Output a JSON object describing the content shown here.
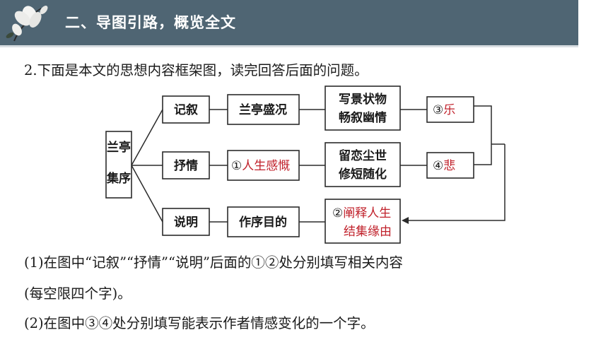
{
  "header": {
    "title": "二、导图引路，概览全文"
  },
  "intro": "2.下面是本文的思想内容框架图，读完回答后面的问题。",
  "diagram": {
    "root": "兰亭集序",
    "root_lines": [
      "兰亭",
      "集序"
    ],
    "branches": [
      "记叙",
      "抒情",
      "说明"
    ],
    "row1": {
      "b": "兰亭盛况",
      "c1": "写景状物",
      "c2": "畅叙幽情",
      "marker": "③",
      "answer": "乐"
    },
    "row2": {
      "b_marker": "①",
      "b_answer": "人生感慨",
      "c1": "留恋尘世",
      "c2": "修短随化",
      "marker": "④",
      "answer": "悲"
    },
    "row3": {
      "b": "作序目的",
      "marker": "②",
      "answer1": "阐释人生",
      "answer2": "结集缘由"
    }
  },
  "questions": {
    "q1_line1": "(1)在图中“记叙”“抒情”“说明”后面的①②处分别填写相关内容",
    "q1_line2": "(每空限四个字)。",
    "q2": "(2)在图中③④处分别填写能表示作者情感变化的一个字。"
  },
  "colors": {
    "header_bg": "#4f6573",
    "answer_red": "#c0202a"
  }
}
